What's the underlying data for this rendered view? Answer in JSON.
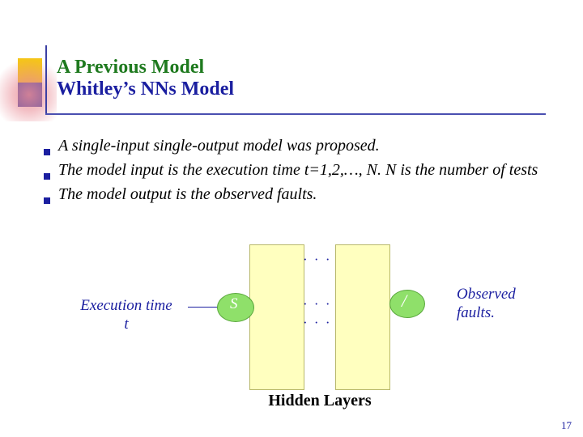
{
  "slide": {
    "title_line1": "A Previous Model",
    "title_line2": "Whitley’s NNs Model",
    "page_number": "17",
    "bullets": [
      "A single-input single-output model was proposed.",
      "The model input is the execution time t=1,2,…, N. N is the number of tests",
      "The model output is the observed faults."
    ],
    "diagram": {
      "input_label_line1": "Execution time",
      "input_label_line2": "t",
      "output_label_line1": "Observed",
      "output_label_line2": "faults.",
      "hidden_label": "Hidden Layers",
      "input_node_glyph": "S",
      "output_node_glyph": "/",
      "ellipsis_top": "· · ·",
      "ellipsis_mid": "· · ·",
      "ellipsis_bottom": "· · ·"
    },
    "colors": {
      "title_green": "#1f7a1f",
      "title_blue": "#1b1fa0",
      "layer_fill": "#ffffbf",
      "node_fill": "#8fe06a",
      "rule": "#4a4fb0",
      "accent_gold": "#f5c518"
    }
  }
}
